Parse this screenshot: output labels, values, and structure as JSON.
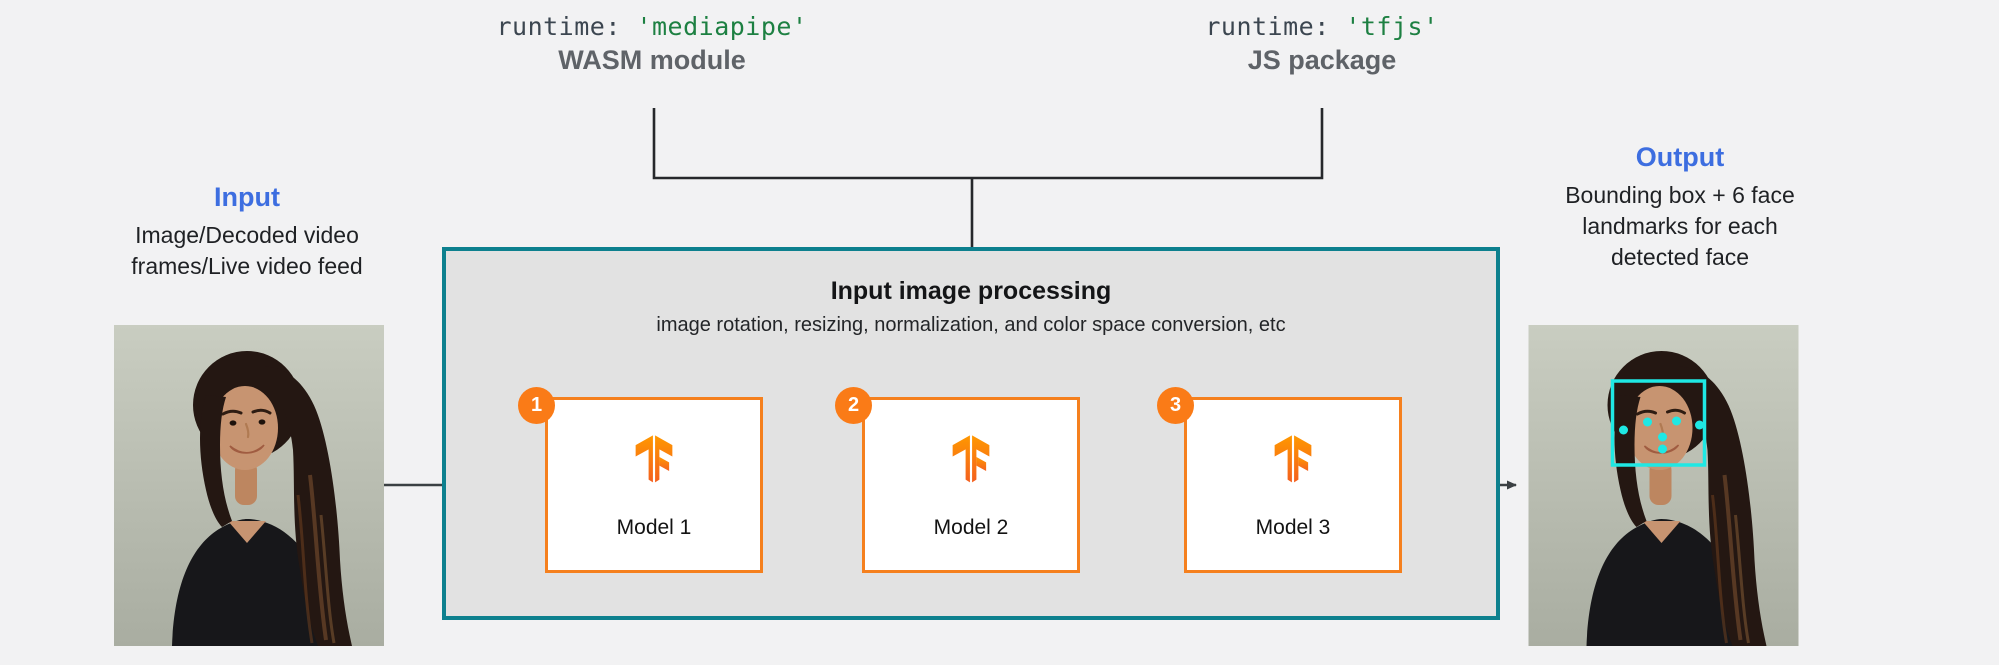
{
  "annotations": {
    "mediapipe": {
      "code_key": "runtime:",
      "code_value": "'mediapipe'",
      "label": "WASM module"
    },
    "tfjs": {
      "code_key": "runtime:",
      "code_value": "'tfjs'",
      "label": "JS package"
    }
  },
  "input": {
    "title": "Input",
    "line1": "Image/Decoded video",
    "line2": "frames/Live video feed"
  },
  "output": {
    "title": "Output",
    "line1": "Bounding box + 6 face",
    "line2": "landmarks for each",
    "line3": "detected face"
  },
  "processing": {
    "title": "Input image processing",
    "subtitle": "image rotation, resizing, normalization, and color space conversion, etc",
    "models": [
      {
        "number": "1",
        "label": "Model 1"
      },
      {
        "number": "2",
        "label": "Model 2"
      },
      {
        "number": "3",
        "label": "Model 3"
      }
    ]
  },
  "icons": {
    "model_icon": "tensorflow-logo-icon",
    "overlay": "face-bounding-box-with-6-landmarks"
  },
  "colors": {
    "background": "#f2f2f3",
    "processing_border_teal": "#0d808e",
    "processing_fill": "#e2e2e2",
    "model_border_orange": "#f5801e",
    "badge_orange": "#fa7b17",
    "blue_label": "#3d6ee0",
    "code_green": "#1d8042",
    "code_gray": "#3c4650",
    "note_gray": "#5f6368",
    "arrow_gray": "#3b4043",
    "landmark_cyan": "#1fe8e4"
  }
}
